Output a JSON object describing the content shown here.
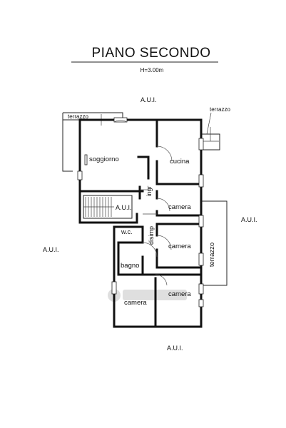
{
  "title": "PIANO SECONDO",
  "height_note": "H=3.00m",
  "neighbors": {
    "top": "A.U.I.",
    "left": "A.U.I.",
    "right": "A.U.I.",
    "bottom": "A.U.I.",
    "stair": "A.U.I."
  },
  "rooms": {
    "soggiorno": "soggiorno",
    "cucina": "cucina",
    "camera_1": "camera",
    "camera_2": "camera",
    "camera_3": "camera",
    "camera_4": "camera",
    "wc": "w.c.",
    "bagno": "bagno",
    "ingr": "ingr",
    "disimp": "disimp"
  },
  "terraces": {
    "top_left": "terrazzo",
    "top_right": "terrazzo",
    "right": "terrazzo"
  }
}
